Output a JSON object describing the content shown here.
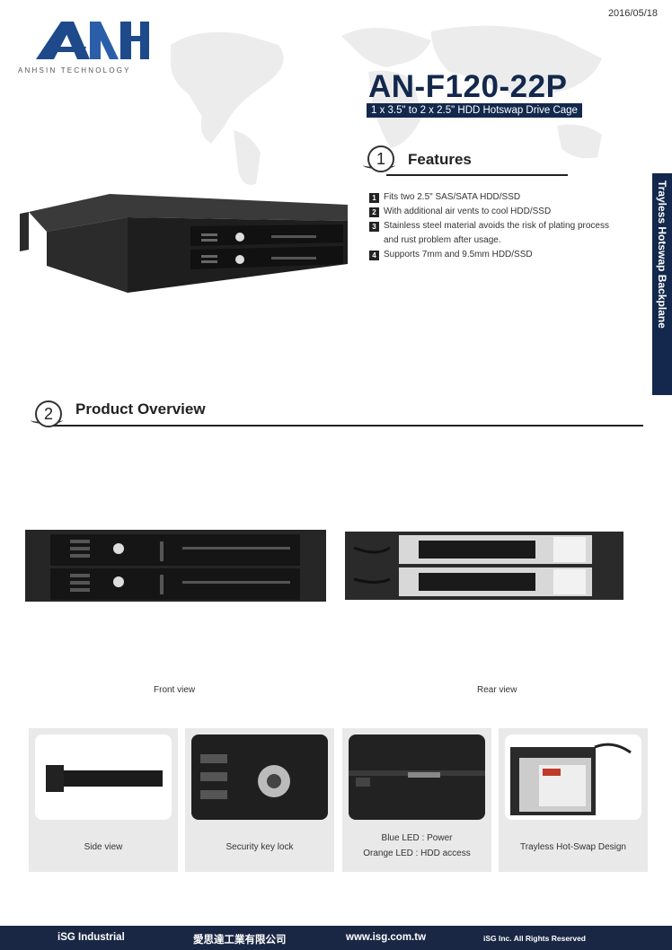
{
  "date": "2016/05/18",
  "logo": {
    "text": "ANHSIN TECHNOLOGY"
  },
  "product": {
    "model": "AN-F120-22P",
    "subtitle": "1 x 3.5\" to 2 x 2.5\" HDD Hotswap Drive Cage"
  },
  "features_section": {
    "number": "1",
    "title": "Features",
    "items": [
      {
        "num": "1",
        "text": "Fits two 2.5\" SAS/SATA HDD/SSD"
      },
      {
        "num": "2",
        "text": "With additional air vents to cool HDD/SSD"
      },
      {
        "num": "3",
        "text": "Stainless steel material avoids the risk of plating process and rust problem after usage."
      },
      {
        "num": "4",
        "text": "Supports 7mm and 9.5mm HDD/SSD"
      }
    ]
  },
  "side_tab": "Trayless Hotswap Backplane",
  "overview_section": {
    "number": "2",
    "title": "Product Overview",
    "front_label": "Front view",
    "rear_label": "Rear view",
    "cards": [
      {
        "label": "Side view"
      },
      {
        "label": "Security key lock"
      },
      {
        "label_line1": "Blue LED : Power",
        "label_line2": "Orange LED : HDD access"
      },
      {
        "label": "Trayless Hot-Swap Design"
      }
    ]
  },
  "footer": {
    "company": "iSG Industrial",
    "company_cn": "愛思達工業有限公司",
    "url": "www.isg.com.tw",
    "rights": "iSG Inc. All Rights Reserved"
  },
  "colors": {
    "navy": "#13284c",
    "footer": "#1a2744",
    "card_bg": "#e9e9e9"
  }
}
